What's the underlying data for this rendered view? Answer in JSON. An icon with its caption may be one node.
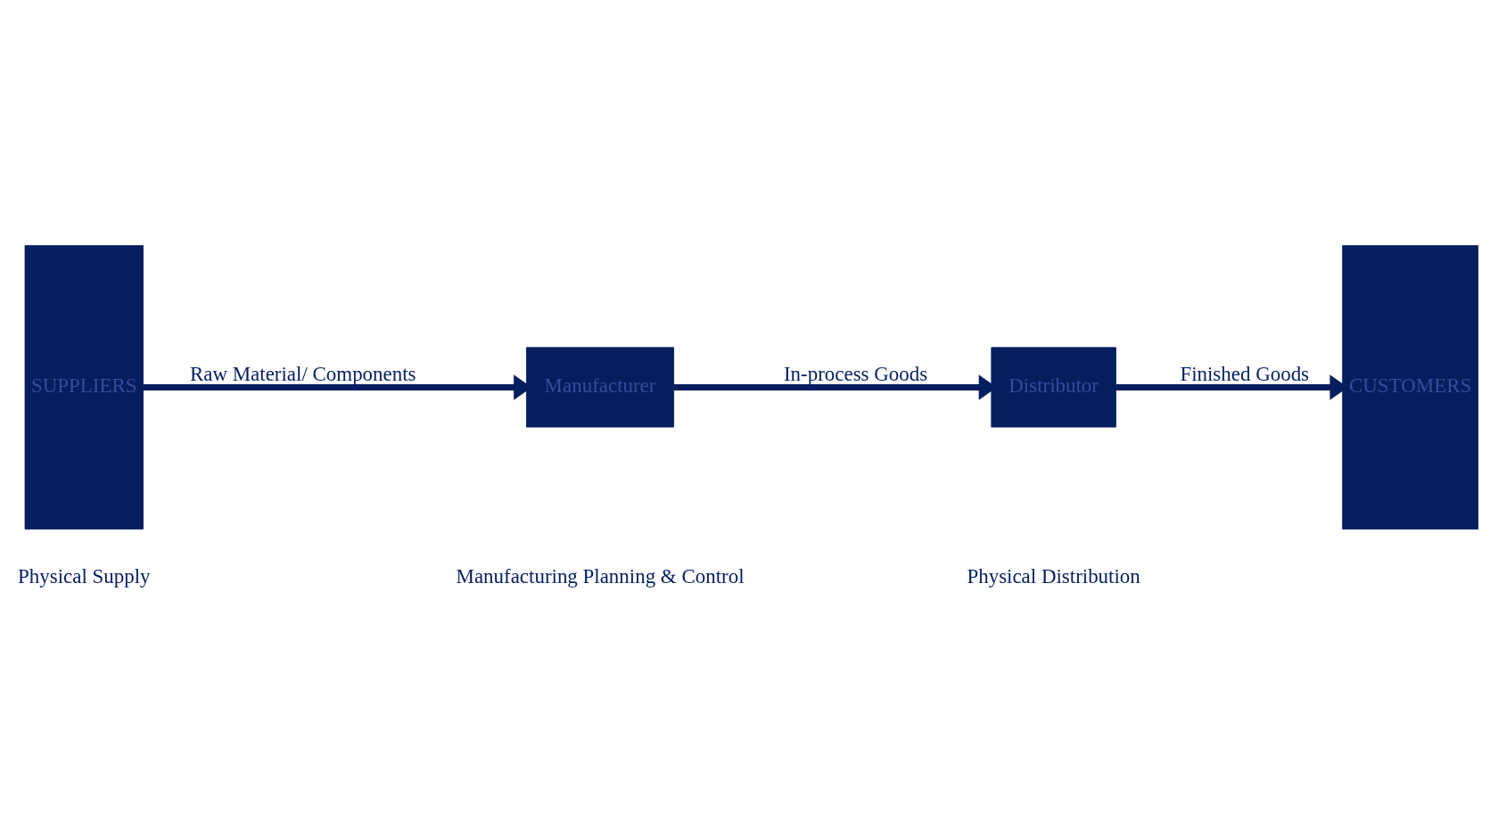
{
  "diagram": {
    "nodes": [
      {
        "text": [
          "SUPPLIERS"
        ]
      },
      {
        "text": [
          "Manufacturer"
        ]
      },
      {
        "text": [
          "Distributor"
        ]
      },
      {
        "text": [
          "CUSTOMERS"
        ]
      }
    ],
    "edges": [
      {
        "from": 0,
        "to": 1,
        "arrow": "to",
        "label": "Raw Material/ Components"
      },
      {
        "from": 1,
        "to": 2,
        "arrow": "to",
        "label": "In-process Goods"
      },
      {
        "from": 2,
        "to": 3,
        "arrow": "to",
        "label": "Finished Goods"
      }
    ],
    "labels": [
      "Physical Supply",
      "Manufacturing Planning & Control",
      "Physical Distribution"
    ]
  }
}
